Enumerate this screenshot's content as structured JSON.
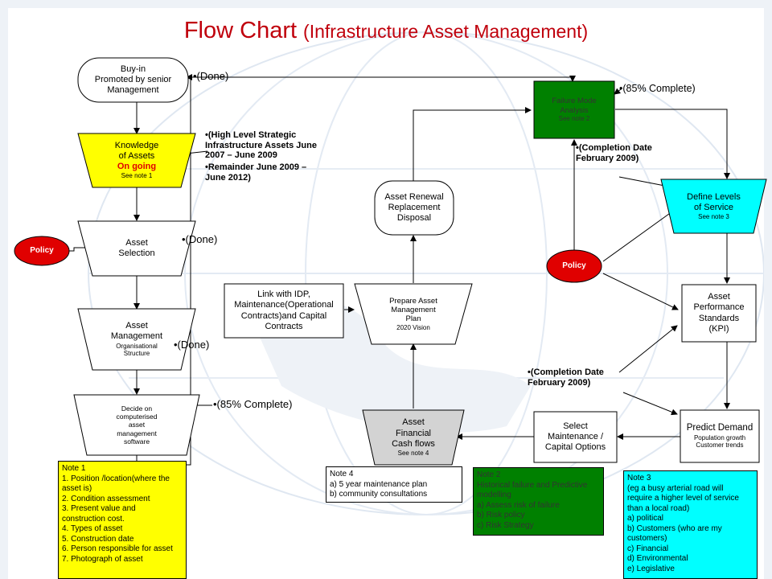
{
  "title": {
    "main": "Flow Chart",
    "sub": "(Infrastructure Asset Management)"
  },
  "colors": {
    "title": "#c0000c",
    "policy": "#e00000",
    "knowledge": "#ffff00",
    "failure": "#008000",
    "levels": "#00ffff",
    "financial": "#d3d3d3"
  },
  "nodes": {
    "buyin": [
      "Buy-in",
      "Promoted by senior",
      "Management"
    ],
    "knowledge": {
      "lines": [
        "Knowledge",
        "of Assets"
      ],
      "status": "On going",
      "note": "See note 1"
    },
    "selection": [
      "Asset",
      "Selection"
    ],
    "management": {
      "lines": [
        "Asset",
        "Management"
      ],
      "sub": [
        "Organisational",
        "Structure"
      ]
    },
    "computerised": [
      "Decide on",
      "computerised",
      "asset",
      "management",
      "software"
    ],
    "policy_left": "Policy",
    "policy_right": "Policy",
    "link": [
      "Link with IDP,",
      "Maintenance(Operational",
      "Contracts)and Capital",
      "Contracts"
    ],
    "prepare": {
      "lines": [
        "Prepare Asset",
        "Management",
        "Plan"
      ],
      "sub": "2020 Vision"
    },
    "renewal": [
      "Asset Renewal",
      "Replacement",
      "Disposal"
    ],
    "financial": {
      "lines": [
        "Asset",
        "Financial",
        "Cash flows"
      ],
      "note": "See note 4"
    },
    "select": [
      "Select",
      "Maintenance /",
      "Capital Options"
    ],
    "failure": {
      "lines": [
        "Failure Mode",
        "Analysis"
      ],
      "note": "See note 2"
    },
    "levels": {
      "lines": [
        "Define Levels",
        "of Service"
      ],
      "note": "See note 3"
    },
    "performance": [
      "Asset",
      "Performance",
      "Standards",
      "(KPI)"
    ],
    "predict": {
      "title": "Predict Demand",
      "sub": [
        "Population growth",
        "Customer trends"
      ]
    }
  },
  "annotations": {
    "buyin": "•(Done)",
    "knowledge": [
      "•(High Level Strategic Infrastructure Assets June 2007 – June 2009",
      "•Remainder June 2009 – June 2012)"
    ],
    "selection": "•(Done)",
    "management": "•(Done)",
    "computerised": "•(85% Complete)",
    "failure_status": "•(85% Complete)",
    "failure_date": "•(Completion Date February 2009)",
    "performance_date": "•(Completion Date February 2009)"
  },
  "notes": {
    "note1": [
      "Note 1",
      "1. Position /location(where the",
      "asset is)",
      "2. Condition assessment",
      "3. Present  value and",
      "construction cost.",
      "4. Types of asset",
      "5. Construction date",
      "6. Person responsible for asset",
      "7. Photograph of asset"
    ],
    "note4": [
      "Note 4",
      "a) 5 year maintenance plan",
      "b) community consultations"
    ],
    "note2": [
      "Note 2",
      "Historical failure and Predictive",
      "modelling",
      "a) Assess risk of failure",
      "b) Risk policy",
      "c) Risk Strategy"
    ],
    "note3": [
      "Note 3",
      "(eg a busy arterial road will",
      "require a higher level of service",
      "than a local road)",
      "a) political",
      "b) Customers (who are my",
      "customers)",
      "c) Financial",
      "d) Environmental",
      "e) Legislative"
    ]
  }
}
